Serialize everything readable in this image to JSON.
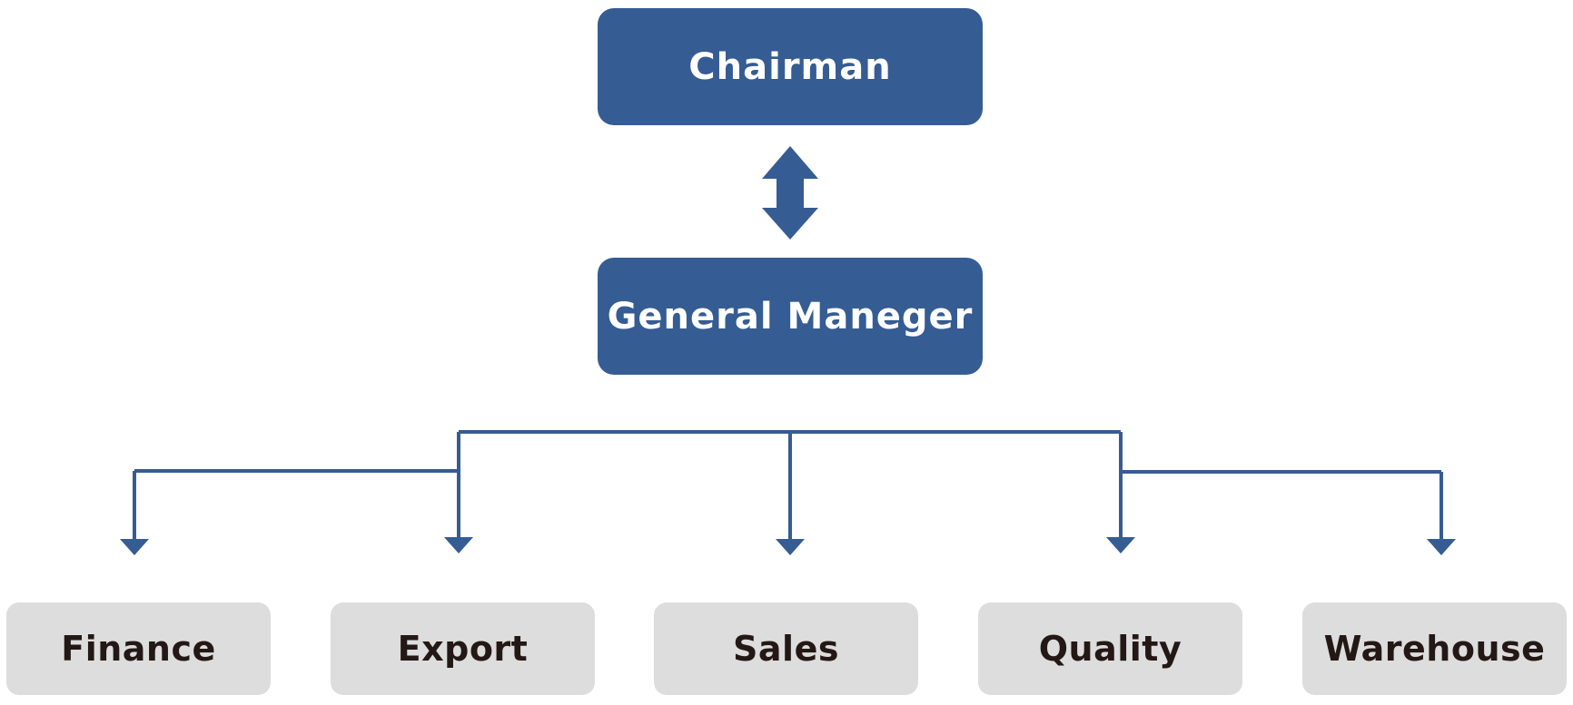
{
  "diagram": {
    "top_node": {
      "label": "Chairman"
    },
    "middle_node": {
      "label": "General Maneger"
    },
    "departments": [
      {
        "label": "Finance"
      },
      {
        "label": "Export"
      },
      {
        "label": "Sales"
      },
      {
        "label": "Quality"
      },
      {
        "label": "Warehouse"
      }
    ],
    "relations": [
      {
        "from": "Chairman",
        "to": "General Maneger",
        "type": "bidirectional"
      },
      {
        "from": "General Maneger",
        "to": "Finance",
        "type": "directed"
      },
      {
        "from": "General Maneger",
        "to": "Export",
        "type": "directed"
      },
      {
        "from": "General Maneger",
        "to": "Sales",
        "type": "directed"
      },
      {
        "from": "General Maneger",
        "to": "Quality",
        "type": "directed"
      },
      {
        "from": "General Maneger",
        "to": "Warehouse",
        "type": "directed"
      }
    ]
  },
  "colors": {
    "primary_fill": "#355c93",
    "primary_text": "#ffffff",
    "dept_fill": "#dddddd",
    "dept_text": "#231815",
    "connector": "#355c93",
    "background": "#ffffff"
  }
}
